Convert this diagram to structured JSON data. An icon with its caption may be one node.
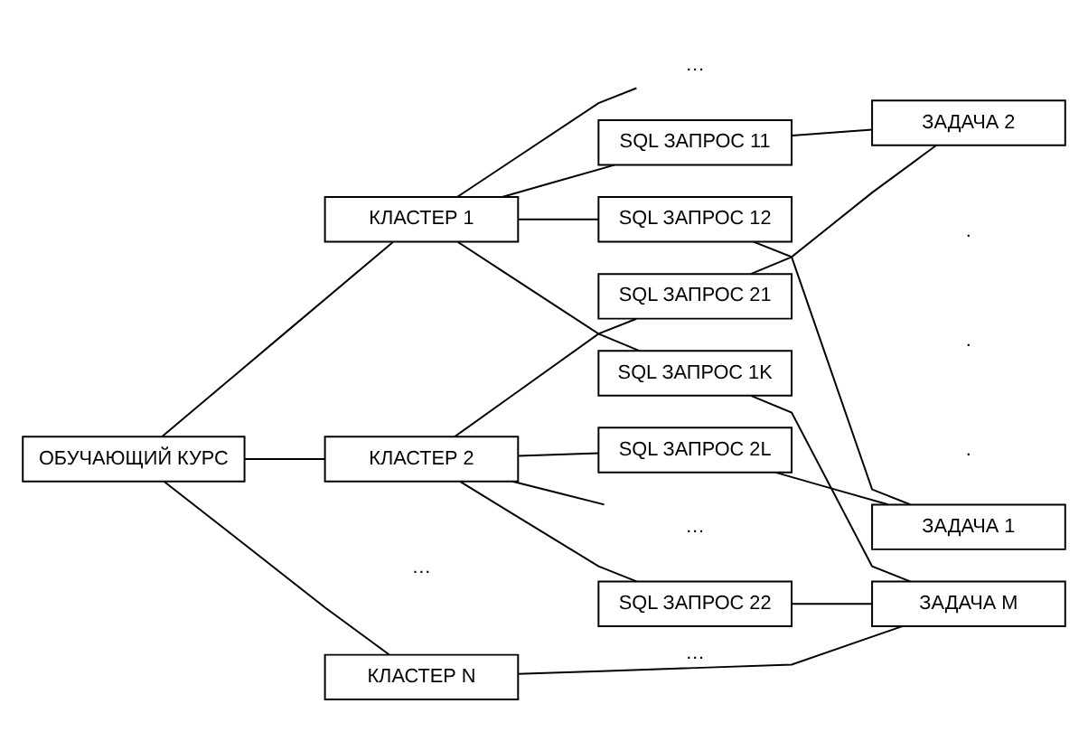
{
  "diagram": {
    "nodes": [
      {
        "text": [
          "ОБУЧАЮЩИЙ КУРС"
        ]
      },
      {
        "text": [
          "КЛАСТЕР 1"
        ]
      },
      {
        "text": [
          "SQL ЗАПРОС 11"
        ]
      },
      {
        "text": [
          "SQL ЗАПРОС 12"
        ]
      },
      {
        "text": [
          "…"
        ]
      },
      {
        "text": [
          "SQL ЗАПРОС 1K"
        ]
      },
      {
        "text": [
          "КЛАСТЕР 2"
        ]
      },
      {
        "text": [
          "SQL ЗАПРОС 21"
        ]
      },
      {
        "text": [
          "SQL ЗАПРОС 22"
        ]
      },
      {
        "text": [
          "…"
        ]
      },
      {
        "text": [
          "SQL ЗАПРОС 2L"
        ]
      },
      {
        "text": [
          "КЛАСТЕР N"
        ]
      },
      {
        "text": [
          "ЗАДАЧА 1"
        ]
      },
      {
        "text": [
          "ЗАДАЧА 2"
        ]
      },
      {
        "text": [
          "ЗАДАЧА M"
        ]
      }
    ],
    "edges": [
      {
        "from": 0,
        "to": 1,
        "arrow": "none"
      },
      {
        "from": 0,
        "to": 6,
        "arrow": "none"
      },
      {
        "from": 0,
        "to": 11,
        "arrow": "none"
      },
      {
        "from": 1,
        "to": 2,
        "arrow": "none"
      },
      {
        "from": 1,
        "to": 3,
        "arrow": "none"
      },
      {
        "from": 1,
        "to": 4,
        "arrow": "none"
      },
      {
        "from": 1,
        "to": 5,
        "arrow": "none"
      },
      {
        "from": 6,
        "to": 7,
        "arrow": "none"
      },
      {
        "from": 6,
        "to": 8,
        "arrow": "none"
      },
      {
        "from": 6,
        "to": 9,
        "arrow": "none"
      },
      {
        "from": 6,
        "to": 10,
        "arrow": "none"
      },
      {
        "from": 2,
        "to": 13,
        "arrow": "none"
      },
      {
        "from": 7,
        "to": 13,
        "arrow": "none"
      },
      {
        "from": 3,
        "to": 12,
        "arrow": "none"
      },
      {
        "from": 10,
        "to": 12,
        "arrow": "none"
      },
      {
        "from": 5,
        "to": 14,
        "arrow": "none"
      },
      {
        "from": 8,
        "to": 14,
        "arrow": "none"
      },
      {
        "from": 11,
        "to": 14,
        "arrow": "none",
        "label": "…"
      }
    ],
    "labels": [
      "…",
      ".",
      ".",
      "."
    ]
  }
}
